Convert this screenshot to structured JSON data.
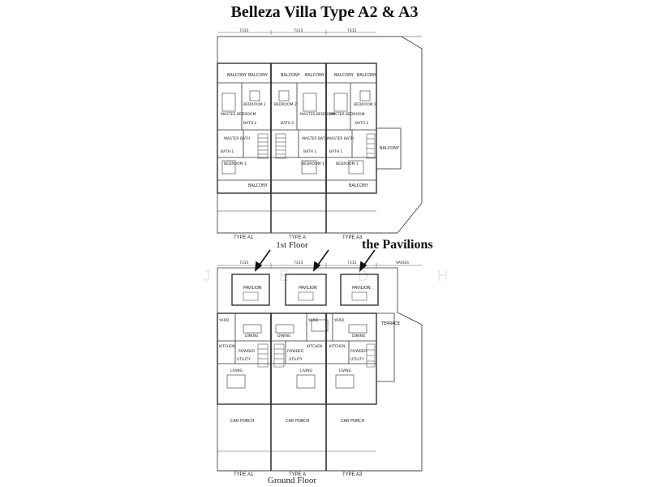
{
  "title": "Belleza Villa Type A2 & A3",
  "callout": "the Pavilions",
  "watermark": "J E D H",
  "floors": {
    "first": {
      "caption": "1st Floor",
      "dims": [
        "7315",
        "7315",
        "7315"
      ],
      "type_labels": [
        "TYPE A1",
        "TYPE A",
        "TYPE A3"
      ],
      "rooms": {
        "balcony": "BALCONY",
        "master_bedroom": "MASTER BEDROOM",
        "bedroom1": "BEDROOM 1",
        "bedroom2": "BEDROOM 2",
        "bath1": "BATH 1",
        "bath2": "BATH 2",
        "master_bath": "MASTER BATH"
      }
    },
    "ground": {
      "caption": "Ground Floor",
      "dims": [
        "7315",
        "7315",
        "7315"
      ],
      "extra_dim": "VARIES",
      "type_labels": [
        "TYPE A1",
        "TYPE A",
        "TYPE A3"
      ],
      "rooms": {
        "pavilion": "PAVILION",
        "yard": "YARD",
        "dining": "DINING",
        "kitchen": "KITCHEN",
        "powder": "POWDER",
        "utility": "UTILITY",
        "living": "LIVING",
        "car_porch": "CAR PORCH",
        "terrace": "TERRACE"
      }
    }
  }
}
